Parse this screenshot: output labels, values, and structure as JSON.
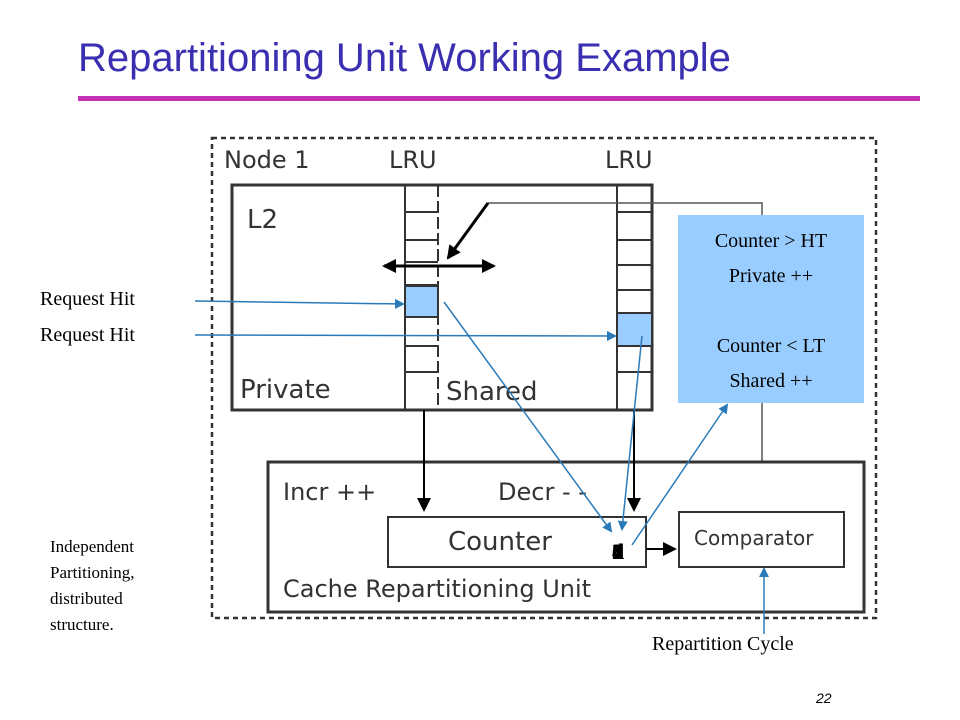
{
  "slide": {
    "title": "Repartitioning Unit Working Example",
    "page_number": "22"
  },
  "diagram": {
    "node_label": "Node 1",
    "lru_left": "LRU",
    "lru_right": "LRU",
    "l2_label": "L2",
    "private_label": "Private",
    "shared_label": "Shared",
    "incr_label": "Incr ++",
    "decr_label": "Decr - -",
    "counter_label": "Counter",
    "counter_values": [
      "1",
      "3",
      "4",
      "2",
      "6",
      "d"
    ],
    "comparator_label": "Comparator",
    "unit_label": "Cache Repartitioning Unit"
  },
  "labels": {
    "request_hit_1": "Request Hit",
    "request_hit_2": "Request Hit",
    "repartition_cycle": "Repartition Cycle",
    "note_lines": [
      "Independent",
      "Partitioning,",
      "distributed",
      "structure."
    ]
  },
  "condition_box": {
    "line1": "Counter > HT",
    "line2": "Private ++",
    "line3": "Counter < LT",
    "line4": "Shared ++"
  },
  "colors": {
    "title": "#3a2fb0",
    "rule": "#c430b8",
    "highlight": "#99ccff",
    "arrow": "#2a7ab8"
  }
}
